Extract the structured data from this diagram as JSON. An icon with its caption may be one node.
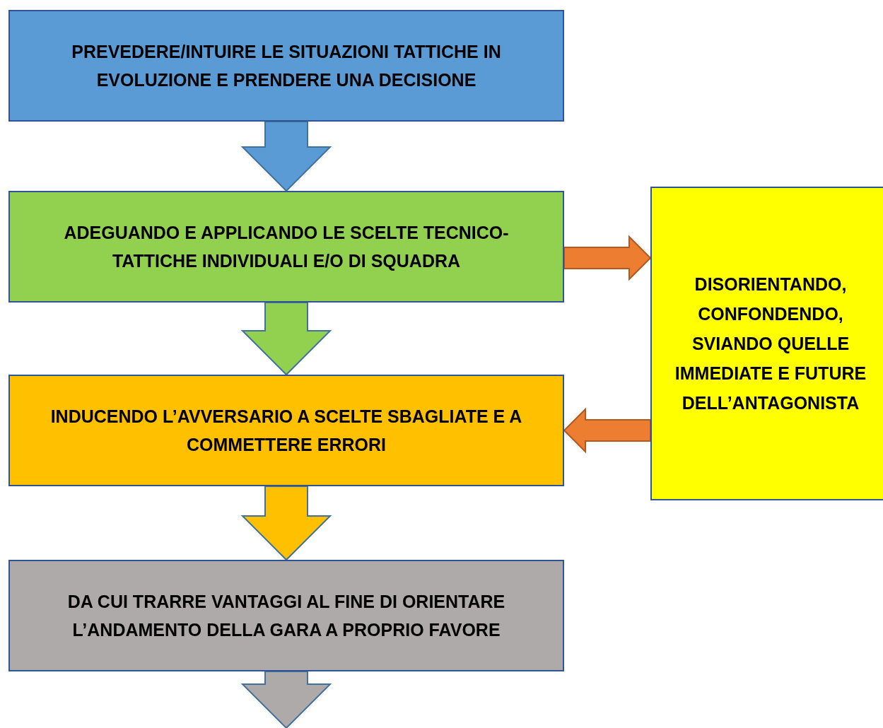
{
  "diagram": {
    "nodes": [
      {
        "text": [
          "PREVEDERE/INTUIRE LE SITUAZIONI TATTICHE IN EVOLUZIONE E PRENDERE UNA DECISIONE"
        ]
      },
      {
        "text": [
          "ADEGUANDO E APPLICANDO LE SCELTE TECNICO-TATTICHE INDIVIDUALI E/O DI SQUADRA"
        ]
      },
      {
        "text": [
          "INDUCENDO L’AVVERSARIO A SCELTE SBAGLIATE E A COMMETTERE ERRORI"
        ]
      },
      {
        "text": [
          "DA CUI TRARRE VANTAGGI AL FINE DI ORIENTARE L’ANDAMENTO DELLA GARA A PROPRIO FAVORE"
        ]
      },
      {
        "text": [
          "DISORIENTANDO, CONFONDENDO, SVIANDO QUELLE IMMEDIATE E FUTURE DELL’ANTAGONISTA"
        ]
      }
    ],
    "edges": [
      {
        "from": 0,
        "to": 1,
        "arrow": "to",
        "color": "#5b9bd5"
      },
      {
        "from": 1,
        "to": 2,
        "arrow": "to",
        "color": "#92d050"
      },
      {
        "from": 2,
        "to": 3,
        "arrow": "to",
        "color": "#ffc000"
      },
      {
        "from": 3,
        "to": null,
        "arrow": "to",
        "color": "#aeaaaa"
      },
      {
        "from": 1,
        "to": 4,
        "arrow": "to",
        "color": "#ed7d31"
      },
      {
        "from": 4,
        "to": 2,
        "arrow": "to",
        "color": "#ed7d31"
      }
    ]
  }
}
